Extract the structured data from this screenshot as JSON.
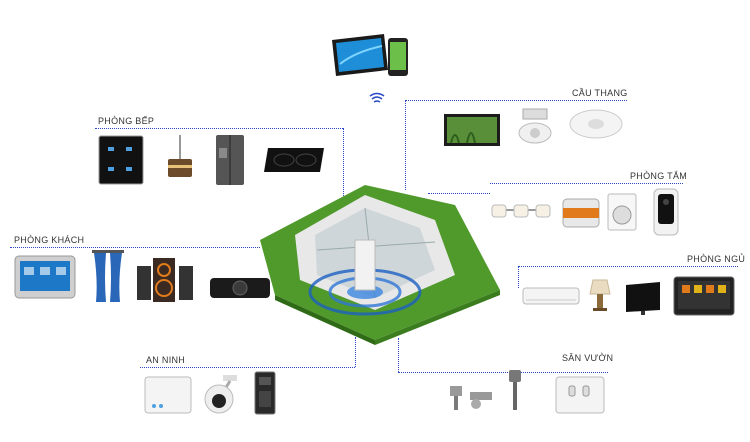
{
  "groups": {
    "kitchen": "PHÒNG BẾP",
    "stairs": "CẦU THANG",
    "bathroom": "PHÒNG TẮM",
    "living": "PHÒNG KHÁCH",
    "bedroom": "PHÒNG NGỦ",
    "security": "AN NINH",
    "garden": "SÂN VƯỜN"
  },
  "colors": {
    "connector": "#2b49c6",
    "lawn": "#4f9a2b",
    "accent_orange": "#e07a1a"
  }
}
